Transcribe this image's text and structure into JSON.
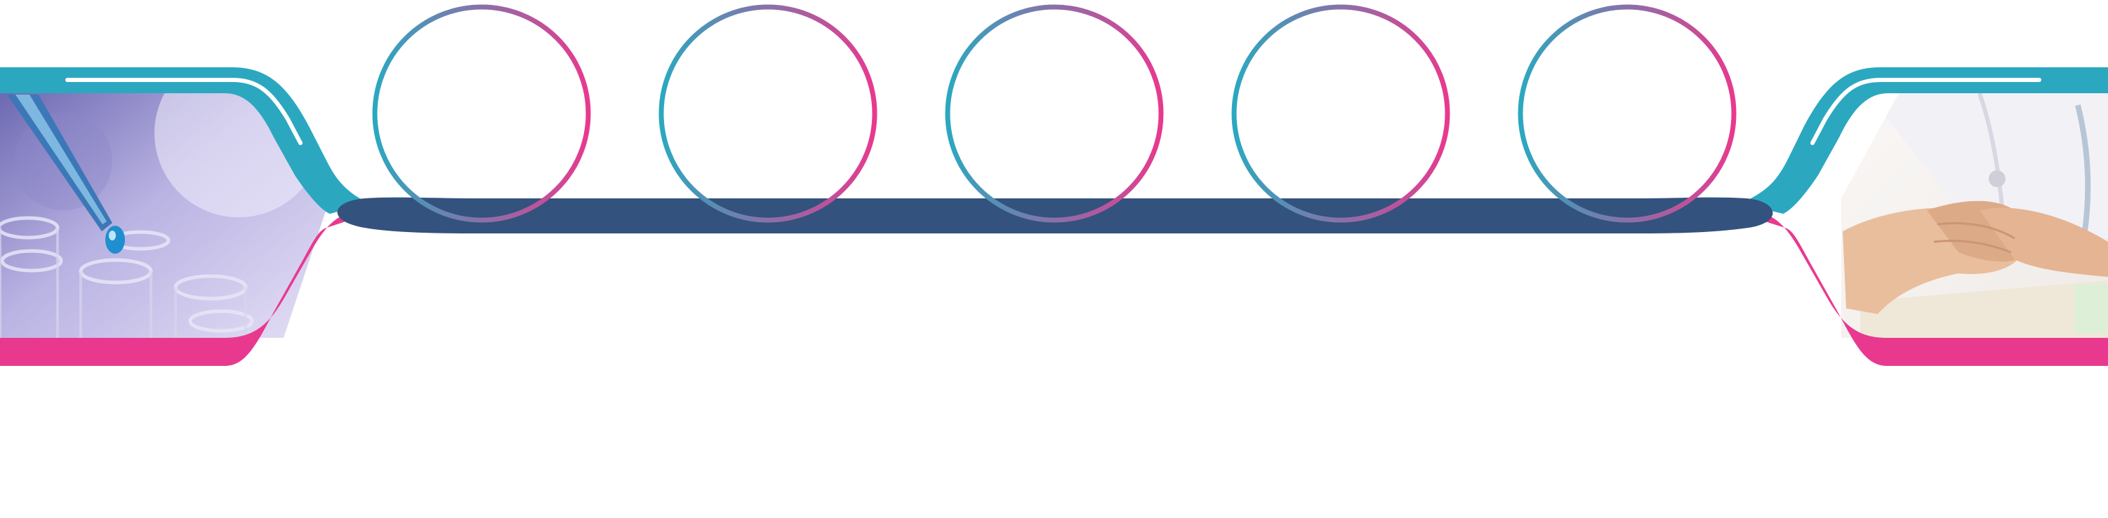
{
  "colors": {
    "teal": "#2BA8C0",
    "pink": "#E8398F",
    "navy": "#33527E",
    "background": "#FFFFFF",
    "lab_photo_light": "#E6E1F6",
    "lab_photo_dark": "#6A66B0",
    "care_photo_light": "#F7F4F2",
    "care_photo_warm": "#E9BE9C"
  },
  "left_panel": {
    "image": "laboratory-pipette-test-tubes-photo"
  },
  "right_panel": {
    "image": "doctor-holding-patient-hands-photo"
  },
  "timeline": {
    "node_count": 5,
    "nodes": [
      {
        "label": ""
      },
      {
        "label": ""
      },
      {
        "label": ""
      },
      {
        "label": ""
      },
      {
        "label": ""
      }
    ]
  }
}
